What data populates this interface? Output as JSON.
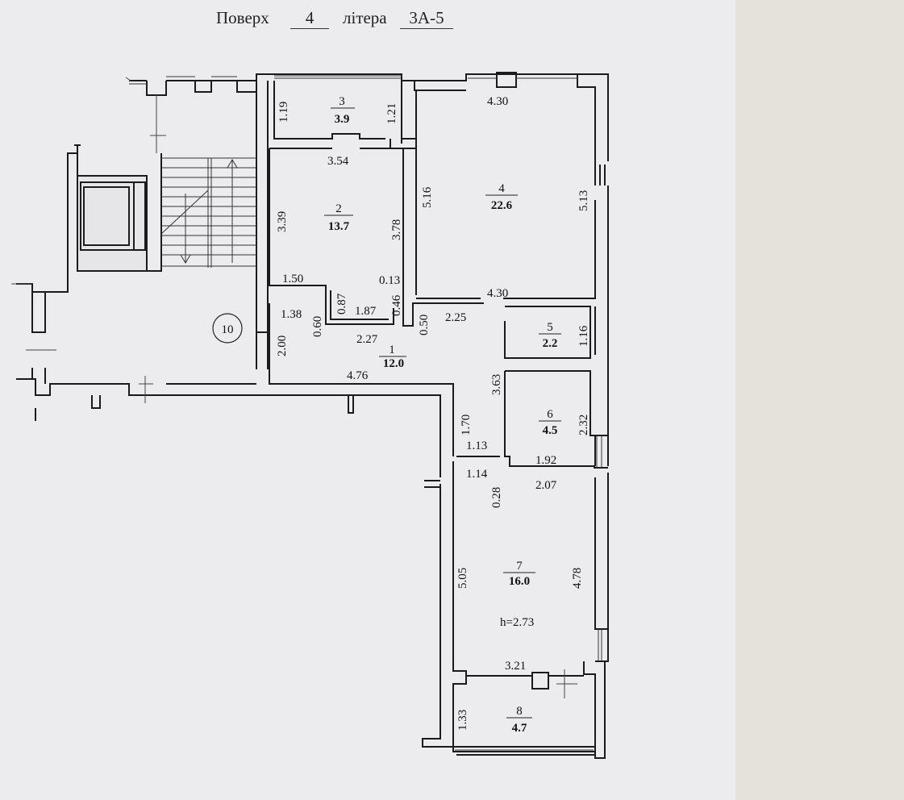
{
  "header": {
    "floor_label": "Поверх",
    "floor_value": "4",
    "litera_label": "літера",
    "litera_value": "3А-5"
  },
  "rooms": [
    {
      "num": "1",
      "area": "12.0"
    },
    {
      "num": "2",
      "area": "13.7"
    },
    {
      "num": "3",
      "area": "3.9"
    },
    {
      "num": "4",
      "area": "22.6"
    },
    {
      "num": "5",
      "area": "2.2"
    },
    {
      "num": "6",
      "area": "4.5"
    },
    {
      "num": "7",
      "area": "16.0"
    },
    {
      "num": "8",
      "area": "4.7"
    }
  ],
  "stair_room_number": "10",
  "ceiling_height": "h=2.73",
  "dimensions": {
    "r3_left": "1.19",
    "r3_right": "1.21",
    "r2_top": "3.54",
    "r2_left": "3.39",
    "r2_right": "3.78",
    "r4_top": "4.30",
    "r4_left": "5.16",
    "r4_right": "5.13",
    "r4_bottom": "4.30",
    "d150": "1.50",
    "d013": "0.13",
    "d087": "0.87",
    "d046": "0.46",
    "d138": "1.38",
    "d187": "1.87",
    "d060": "0.60",
    "d227": "2.27",
    "d050": "0.50",
    "d225": "2.25",
    "d200": "2.00",
    "d476": "4.76",
    "r5_right": "1.16",
    "d363": "3.63",
    "r6_right": "2.32",
    "d170": "1.70",
    "d113": "1.13",
    "d192": "1.92",
    "d114": "1.14",
    "d028": "0.28",
    "d207": "2.07",
    "r7_left": "5.05",
    "r7_right": "4.78",
    "r7_bottom": "3.21",
    "r8_left": "1.33"
  }
}
